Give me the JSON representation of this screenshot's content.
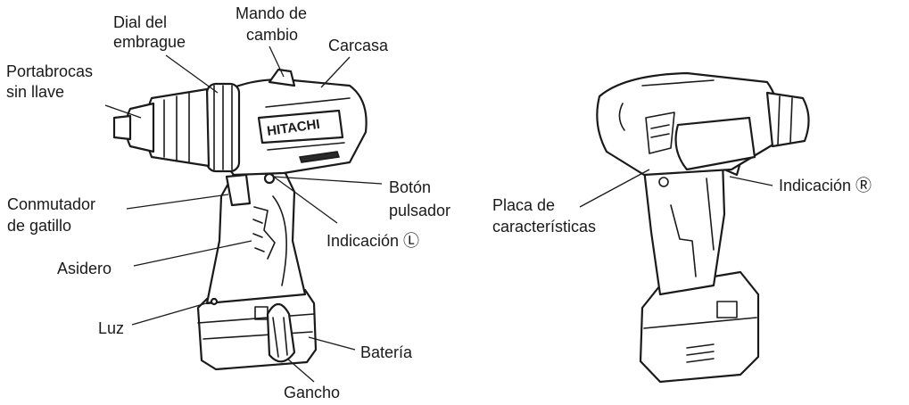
{
  "labels": {
    "dial_l1": "Dial del",
    "dial_l2": "embrague",
    "mando_l1": "Mando de",
    "mando_l2": "cambio",
    "carcasa": "Carcasa",
    "porta_l1": "Portabrocas",
    "porta_l2": "sin llave",
    "boton_l1": "Botón",
    "boton_l2": "pulsador",
    "conm_l1": "Conmutador",
    "conm_l2": "de gatillo",
    "indicacion_l": "Indicación Ⓛ",
    "asidero": "Asidero",
    "luz": "Luz",
    "bateria": "Batería",
    "gancho": "Gancho",
    "placa_l1": "Placa de",
    "placa_l2": "características",
    "indicacion_r": "Indicación Ⓡ"
  },
  "brand": "HITACHI"
}
